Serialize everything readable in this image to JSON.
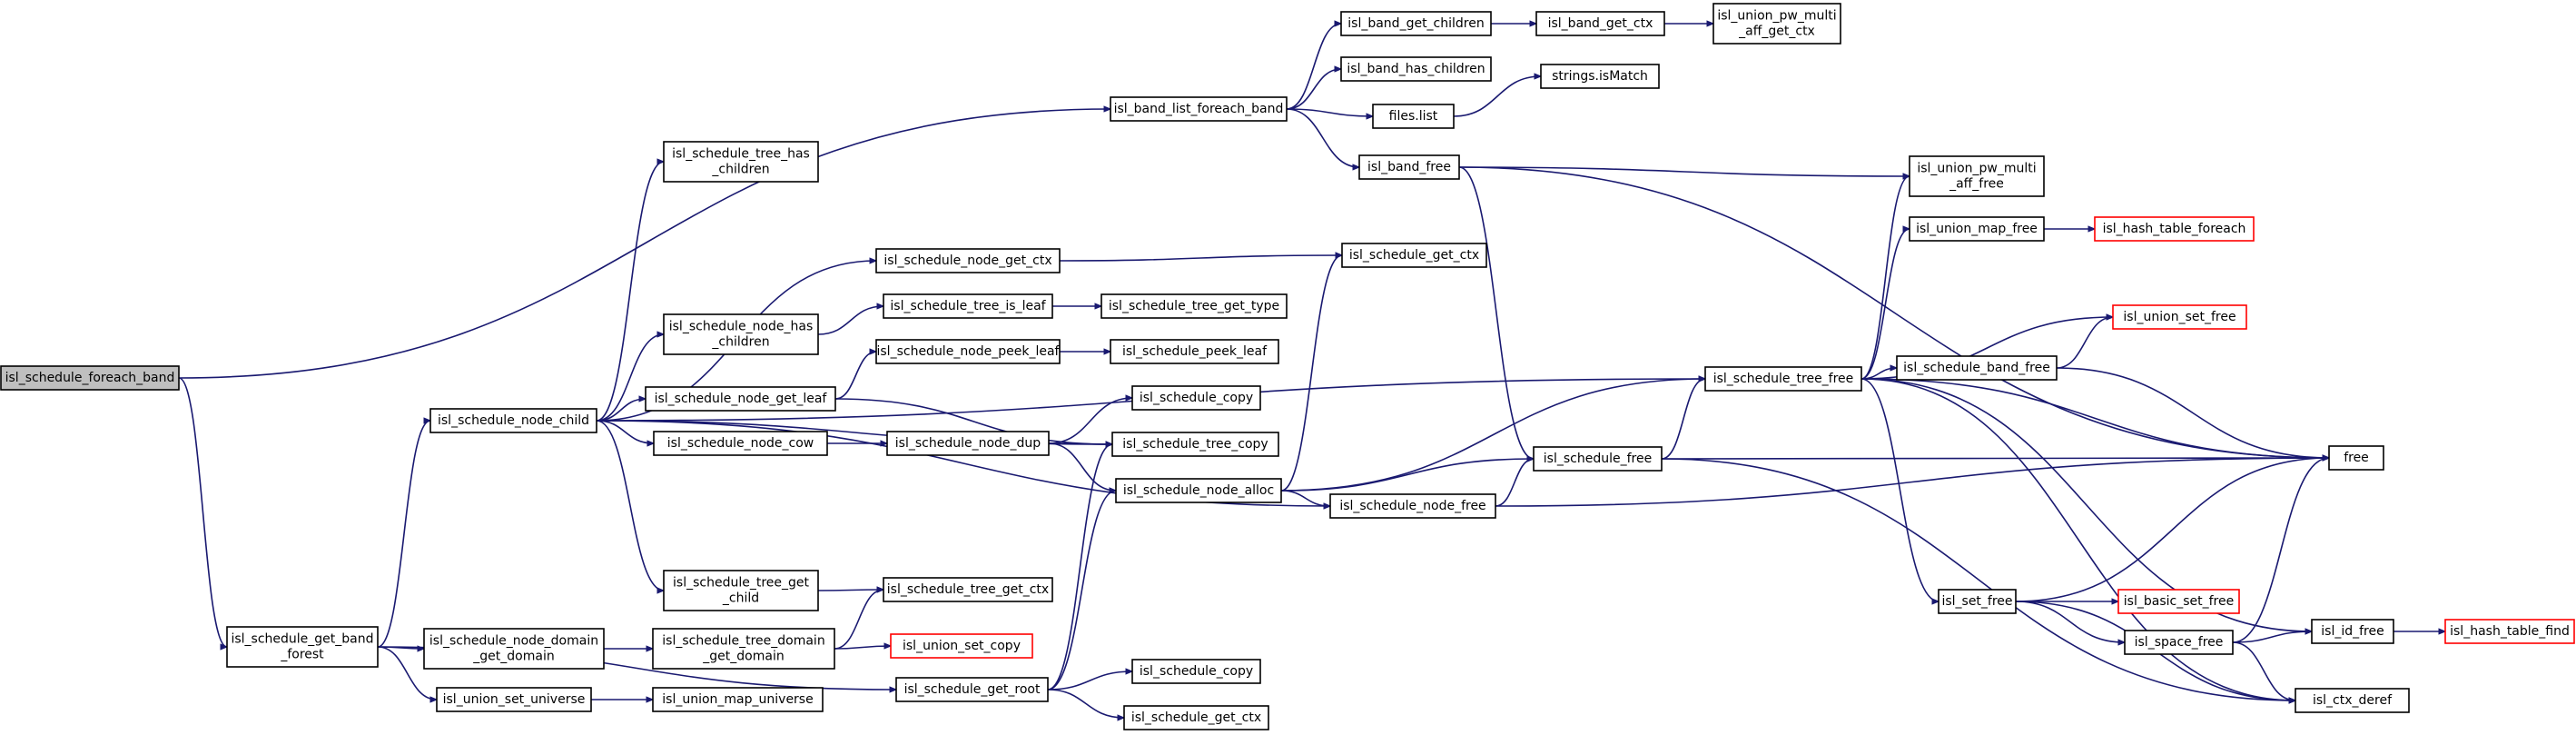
{
  "colors": {
    "edge": "#191970",
    "root_fill": "#bfbfbf",
    "red_border": "#ff0000",
    "border": "#000000"
  },
  "nodes": {
    "foreach_band": {
      "lines": [
        "isl_schedule_foreach_band"
      ],
      "root": true
    },
    "band_list_foreach_band": {
      "lines": [
        "isl_band_list_foreach_band"
      ]
    },
    "get_band_forest": {
      "lines": [
        "isl_schedule_get_band",
        "_forest"
      ]
    },
    "band_get_children": {
      "lines": [
        "isl_band_get_children"
      ]
    },
    "band_get_ctx": {
      "lines": [
        "isl_band_get_ctx"
      ]
    },
    "upma_get_ctx": {
      "lines": [
        "isl_union_pw_multi",
        "_aff_get_ctx"
      ]
    },
    "band_has_children": {
      "lines": [
        "isl_band_has_children"
      ]
    },
    "files_list": {
      "lines": [
        "files.list"
      ]
    },
    "strings_isMatch": {
      "lines": [
        "strings.isMatch"
      ]
    },
    "band_free": {
      "lines": [
        "isl_band_free"
      ]
    },
    "upma_free": {
      "lines": [
        "isl_union_pw_multi",
        "_aff_free"
      ]
    },
    "free": {
      "lines": [
        "free"
      ]
    },
    "union_map_free": {
      "lines": [
        "isl_union_map_free"
      ]
    },
    "hash_table_foreach": {
      "lines": [
        "isl_hash_table_foreach"
      ],
      "red": true
    },
    "tree_has_children": {
      "lines": [
        "isl_schedule_tree_has",
        "_children"
      ]
    },
    "node_get_ctx": {
      "lines": [
        "isl_schedule_node_get_ctx"
      ]
    },
    "schedule_get_ctx_a": {
      "lines": [
        "isl_schedule_get_ctx"
      ]
    },
    "node_has_children": {
      "lines": [
        "isl_schedule_node_has",
        "_children"
      ]
    },
    "tree_is_leaf": {
      "lines": [
        "isl_schedule_tree_is_leaf"
      ]
    },
    "tree_get_type": {
      "lines": [
        "isl_schedule_tree_get_type"
      ]
    },
    "node_peek_leaf": {
      "lines": [
        "isl_schedule_node_peek_leaf"
      ]
    },
    "peek_leaf": {
      "lines": [
        "isl_schedule_peek_leaf"
      ]
    },
    "node_child": {
      "lines": [
        "isl_schedule_node_child"
      ]
    },
    "node_get_leaf": {
      "lines": [
        "isl_schedule_node_get_leaf"
      ]
    },
    "schedule_copy_a": {
      "lines": [
        "isl_schedule_copy"
      ]
    },
    "tree_copy": {
      "lines": [
        "isl_schedule_tree_copy"
      ]
    },
    "node_cow": {
      "lines": [
        "isl_schedule_node_cow"
      ]
    },
    "node_dup": {
      "lines": [
        "isl_schedule_node_dup"
      ]
    },
    "node_alloc": {
      "lines": [
        "isl_schedule_node_alloc"
      ]
    },
    "schedule_free": {
      "lines": [
        "isl_schedule_free"
      ]
    },
    "node_free": {
      "lines": [
        "isl_schedule_node_free"
      ]
    },
    "tree_free": {
      "lines": [
        "isl_schedule_tree_free"
      ]
    },
    "union_set_free": {
      "lines": [
        "isl_union_set_free"
      ],
      "red": true
    },
    "band_free_sched": {
      "lines": [
        "isl_schedule_band_free"
      ]
    },
    "tree_get_child": {
      "lines": [
        "isl_schedule_tree_get",
        "_child"
      ]
    },
    "tree_get_ctx": {
      "lines": [
        "isl_schedule_tree_get_ctx"
      ]
    },
    "node_domain_get_domain": {
      "lines": [
        "isl_schedule_node_domain",
        "_get_domain"
      ]
    },
    "tree_domain_get_domain": {
      "lines": [
        "isl_schedule_tree_domain",
        "_get_domain"
      ]
    },
    "union_set_copy": {
      "lines": [
        "isl_union_set_copy"
      ],
      "red": true
    },
    "union_set_universe": {
      "lines": [
        "isl_union_set_universe"
      ]
    },
    "union_map_universe": {
      "lines": [
        "isl_union_map_universe"
      ]
    },
    "get_root": {
      "lines": [
        "isl_schedule_get_root"
      ]
    },
    "schedule_copy_b": {
      "lines": [
        "isl_schedule_copy"
      ]
    },
    "schedule_get_ctx_b": {
      "lines": [
        "isl_schedule_get_ctx"
      ]
    },
    "set_free": {
      "lines": [
        "isl_set_free"
      ]
    },
    "basic_set_free": {
      "lines": [
        "isl_basic_set_free"
      ],
      "red": true
    },
    "space_free": {
      "lines": [
        "isl_space_free"
      ]
    },
    "id_free": {
      "lines": [
        "isl_id_free"
      ]
    },
    "hash_table_find": {
      "lines": [
        "isl_hash_table_find"
      ],
      "red": true
    },
    "ctx_deref": {
      "lines": [
        "isl_ctx_deref"
      ]
    }
  },
  "edges": [
    [
      "foreach_band",
      "band_list_foreach_band"
    ],
    [
      "foreach_band",
      "get_band_forest"
    ],
    [
      "band_list_foreach_band",
      "band_get_children"
    ],
    [
      "band_list_foreach_band",
      "band_has_children"
    ],
    [
      "band_list_foreach_band",
      "files_list"
    ],
    [
      "band_list_foreach_band",
      "band_free"
    ],
    [
      "band_get_children",
      "band_get_ctx"
    ],
    [
      "band_get_ctx",
      "upma_get_ctx"
    ],
    [
      "files_list",
      "strings_isMatch"
    ],
    [
      "band_free",
      "upma_free"
    ],
    [
      "band_free",
      "free"
    ],
    [
      "band_free",
      "schedule_free"
    ],
    [
      "get_band_forest",
      "node_child"
    ],
    [
      "get_band_forest",
      "node_domain_get_domain"
    ],
    [
      "get_band_forest",
      "union_set_universe"
    ],
    [
      "get_band_forest",
      "get_root"
    ],
    [
      "node_child",
      "tree_has_children"
    ],
    [
      "node_child",
      "node_get_ctx"
    ],
    [
      "node_child",
      "node_has_children"
    ],
    [
      "node_child",
      "node_get_leaf"
    ],
    [
      "node_child",
      "node_cow"
    ],
    [
      "node_child",
      "tree_copy"
    ],
    [
      "node_child",
      "node_free"
    ],
    [
      "node_child",
      "tree_get_child"
    ],
    [
      "node_child",
      "tree_free"
    ],
    [
      "node_get_ctx",
      "schedule_get_ctx_a"
    ],
    [
      "node_has_children",
      "tree_is_leaf"
    ],
    [
      "tree_is_leaf",
      "tree_get_type"
    ],
    [
      "node_get_leaf",
      "node_peek_leaf"
    ],
    [
      "node_get_leaf",
      "tree_copy"
    ],
    [
      "node_peek_leaf",
      "peek_leaf"
    ],
    [
      "node_cow",
      "node_dup"
    ],
    [
      "node_dup",
      "schedule_copy_a"
    ],
    [
      "node_dup",
      "tree_copy"
    ],
    [
      "node_dup",
      "node_alloc"
    ],
    [
      "node_alloc",
      "schedule_get_ctx_a"
    ],
    [
      "node_alloc",
      "tree_free"
    ],
    [
      "node_alloc",
      "schedule_free"
    ],
    [
      "node_alloc",
      "node_free"
    ],
    [
      "node_free",
      "schedule_free"
    ],
    [
      "node_free",
      "free"
    ],
    [
      "schedule_free",
      "tree_free"
    ],
    [
      "schedule_free",
      "free"
    ],
    [
      "schedule_free",
      "ctx_deref"
    ],
    [
      "tree_free",
      "upma_free"
    ],
    [
      "tree_free",
      "union_map_free"
    ],
    [
      "tree_free",
      "free"
    ],
    [
      "tree_free",
      "union_set_free"
    ],
    [
      "tree_free",
      "band_free_sched"
    ],
    [
      "tree_free",
      "set_free"
    ],
    [
      "tree_free",
      "id_free"
    ],
    [
      "tree_free",
      "ctx_deref"
    ],
    [
      "union_map_free",
      "hash_table_foreach"
    ],
    [
      "band_free_sched",
      "union_set_free"
    ],
    [
      "band_free_sched",
      "free"
    ],
    [
      "tree_get_child",
      "tree_get_ctx"
    ],
    [
      "node_domain_get_domain",
      "tree_domain_get_domain"
    ],
    [
      "tree_domain_get_domain",
      "tree_get_ctx"
    ],
    [
      "tree_domain_get_domain",
      "union_set_copy"
    ],
    [
      "union_set_universe",
      "union_map_universe"
    ],
    [
      "get_root",
      "node_alloc"
    ],
    [
      "get_root",
      "tree_copy"
    ],
    [
      "get_root",
      "schedule_copy_b"
    ],
    [
      "get_root",
      "schedule_get_ctx_b"
    ],
    [
      "set_free",
      "free"
    ],
    [
      "set_free",
      "basic_set_free"
    ],
    [
      "set_free",
      "space_free"
    ],
    [
      "set_free",
      "ctx_deref"
    ],
    [
      "space_free",
      "id_free"
    ],
    [
      "space_free",
      "free"
    ],
    [
      "space_free",
      "ctx_deref"
    ],
    [
      "id_free",
      "hash_table_find"
    ]
  ]
}
